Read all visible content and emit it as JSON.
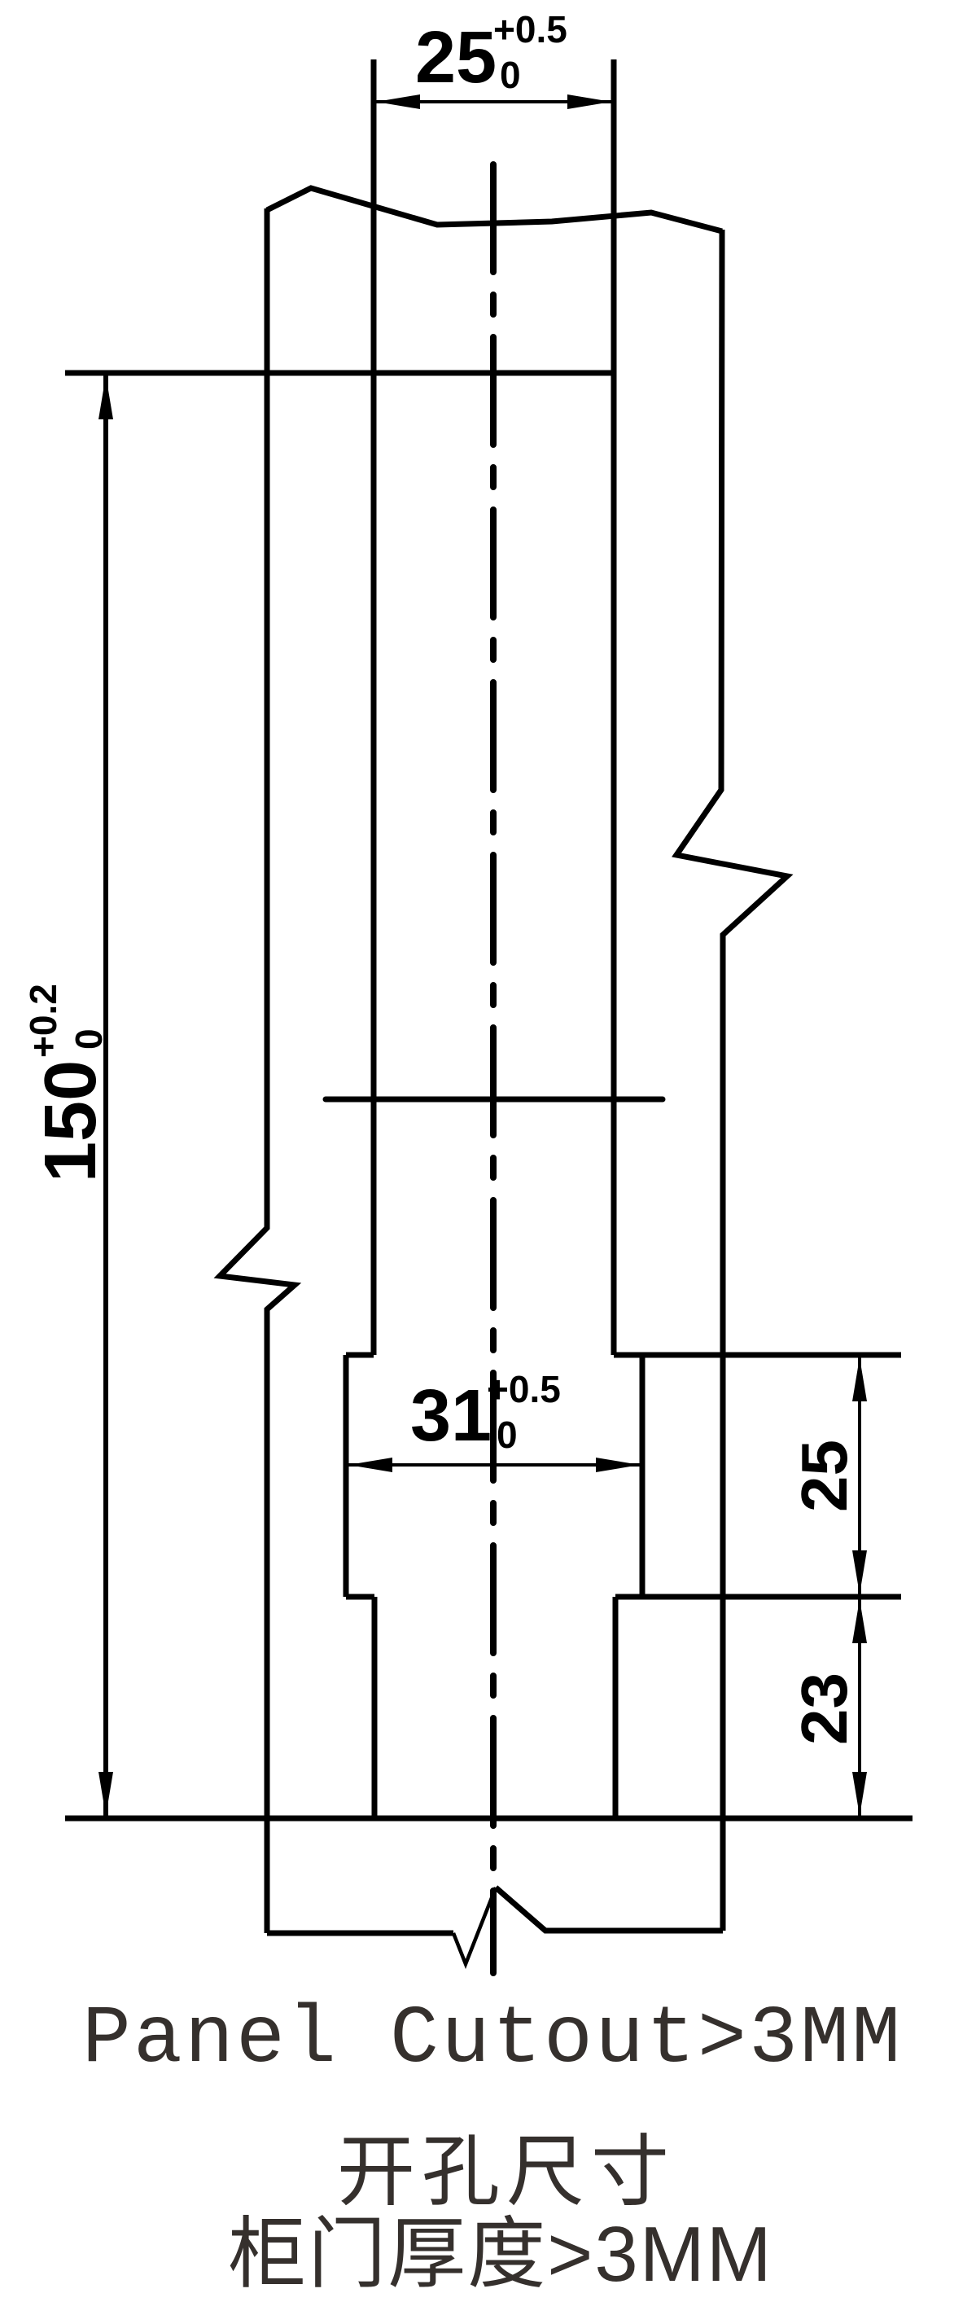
{
  "drawing": {
    "type": "engineering-dimension-drawing",
    "dimensions": {
      "slot_width": {
        "value": "25",
        "tol_upper": "+0.5",
        "tol_lower": "0"
      },
      "overall_height": {
        "value": "150",
        "tol_upper": "+0.2",
        "tol_lower": "0"
      },
      "notch_width": {
        "value": "31",
        "tol_upper": "+0.5",
        "tol_lower": "0"
      },
      "notch_height": {
        "value": "25"
      },
      "below_notch_height": {
        "value": "23"
      }
    },
    "captions": {
      "english": "Panel Cutout>3MM",
      "chinese_title": "开孔尺寸",
      "chinese_subtitle": "柜门厚度>3MM"
    },
    "colors": {
      "line": "#000000",
      "caption": "#35302d",
      "background": "#ffffff"
    }
  }
}
